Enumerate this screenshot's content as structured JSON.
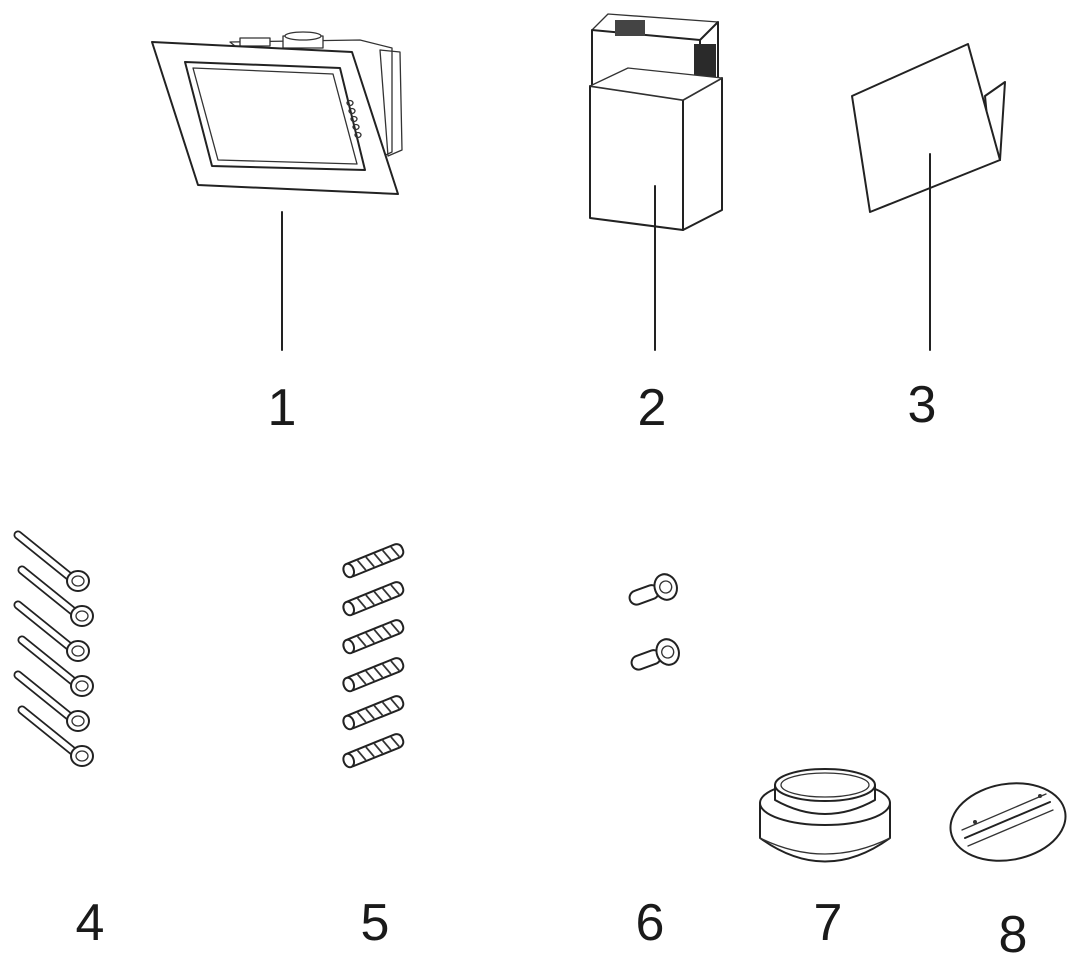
{
  "parts": [
    {
      "id": "1",
      "icon": "cooker-hood-glass-panel-icon"
    },
    {
      "id": "2",
      "icon": "chimney-duct-cover-icon"
    },
    {
      "id": "3",
      "icon": "manual-booklet-icon"
    },
    {
      "id": "4",
      "icon": "screws-icon"
    },
    {
      "id": "5",
      "icon": "wall-plugs-icon"
    },
    {
      "id": "6",
      "icon": "small-screws-icon"
    },
    {
      "id": "7",
      "icon": "duct-adapter-ring-icon"
    },
    {
      "id": "8",
      "icon": "non-return-valve-icon"
    }
  ]
}
